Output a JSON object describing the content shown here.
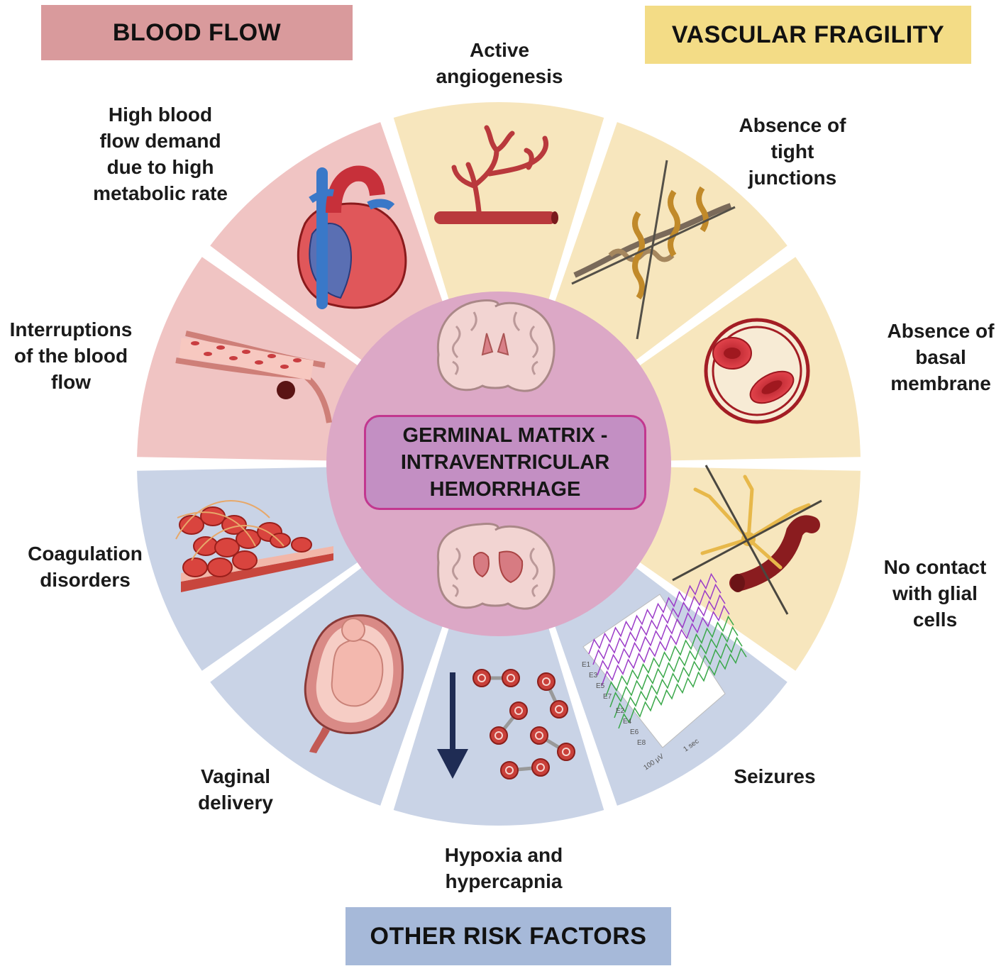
{
  "banners": {
    "blood_flow": "BLOOD FLOW",
    "vascular_fragility": "VASCULAR FRAGILITY",
    "other_risk_factors": "OTHER RISK FACTORS"
  },
  "center": {
    "title": "GERMINAL MATRIX -\nINTRAVENTRICULAR\nHEMORRHAGE"
  },
  "segments": {
    "active_angiogenesis": "Active\nangiogenesis",
    "tight_junctions": "Absence of\ntight\njunctions",
    "basal_membrane": "Absence of\nbasal\nmembrane",
    "glial_cells": "No contact\nwith glial\ncells",
    "seizures": "Seizures",
    "hypoxia": "Hypoxia and\nhypercapnia",
    "vaginal_delivery": "Vaginal\ndelivery",
    "coagulation": "Coagulation\ndisorders",
    "interruptions": "Interruptions\nof the blood\nflow",
    "high_blood_flow": "High blood\nflow demand\ndue to high\nmetabolic rate"
  },
  "eeg": {
    "channels_top": [
      "E1",
      "E3",
      "E5",
      "E7"
    ],
    "channels_bottom": [
      "E2",
      "E4",
      "E6",
      "E8"
    ],
    "scale_y": "100 μV",
    "scale_x": "1 sec"
  },
  "colors": {
    "blood_flow": "#f0c4c3",
    "vascular_fragility": "#f7e6bd",
    "other_risk": "#c9d3e6",
    "inner_circle": "#dca8c6",
    "center_box": "#c38fc3"
  }
}
